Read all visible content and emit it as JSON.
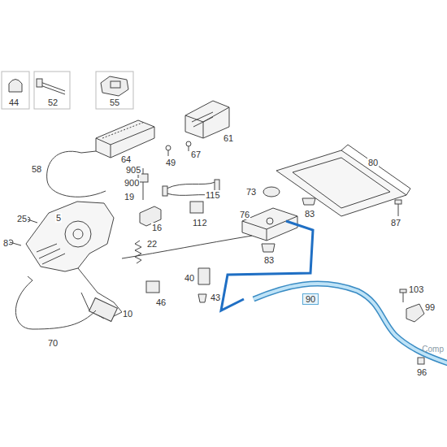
{
  "diagram": {
    "labels": [
      "44",
      "52",
      "55",
      "61",
      "64",
      "67",
      "49",
      "58",
      "905",
      "900",
      "19",
      "115",
      "80",
      "73",
      "83",
      "87",
      "25",
      "5",
      "8",
      "16",
      "112",
      "76",
      "83",
      "22",
      "40",
      "43",
      "46",
      "10",
      "70",
      "90",
      "103",
      "99",
      "96",
      "Comp"
    ]
  }
}
